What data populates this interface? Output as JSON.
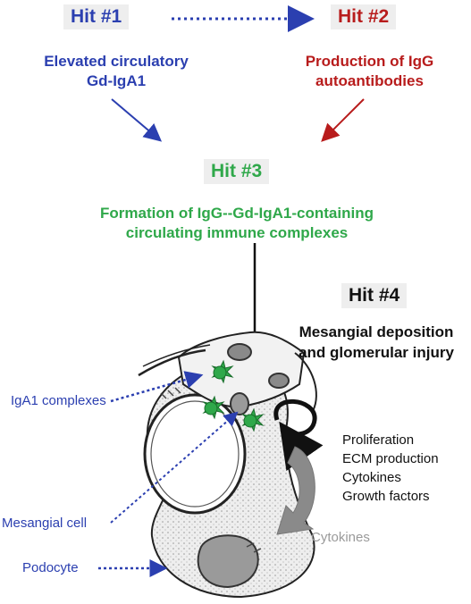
{
  "hit1": {
    "label": "Hit #1",
    "line1": "Elevated circulatory",
    "line2": "Gd-IgA1"
  },
  "hit2": {
    "label": "Hit #2",
    "line1": "Production of IgG",
    "line2": "autoantibodies"
  },
  "hit3": {
    "label": "Hit #3",
    "line1": "Formation of IgG--Gd-IgA1-containing",
    "line2": "circulating immune complexes"
  },
  "hit4": {
    "label": "Hit #4",
    "line1": "Mesangial deposition",
    "line2": "and glomerular injury"
  },
  "labels": {
    "iga1_complexes": "IgA1 complexes",
    "mesangial_cell": "Mesangial cell",
    "podocyte": "Podocyte",
    "cytokines_grey": "Cytokines"
  },
  "effects": [
    "Proliferation",
    "ECM production",
    "Cytokines",
    "Growth factors"
  ],
  "colors": {
    "blue": "#2b3fb0",
    "red": "#b81c1c",
    "green": "#2fa84a",
    "grey": "#8a8a8a"
  }
}
